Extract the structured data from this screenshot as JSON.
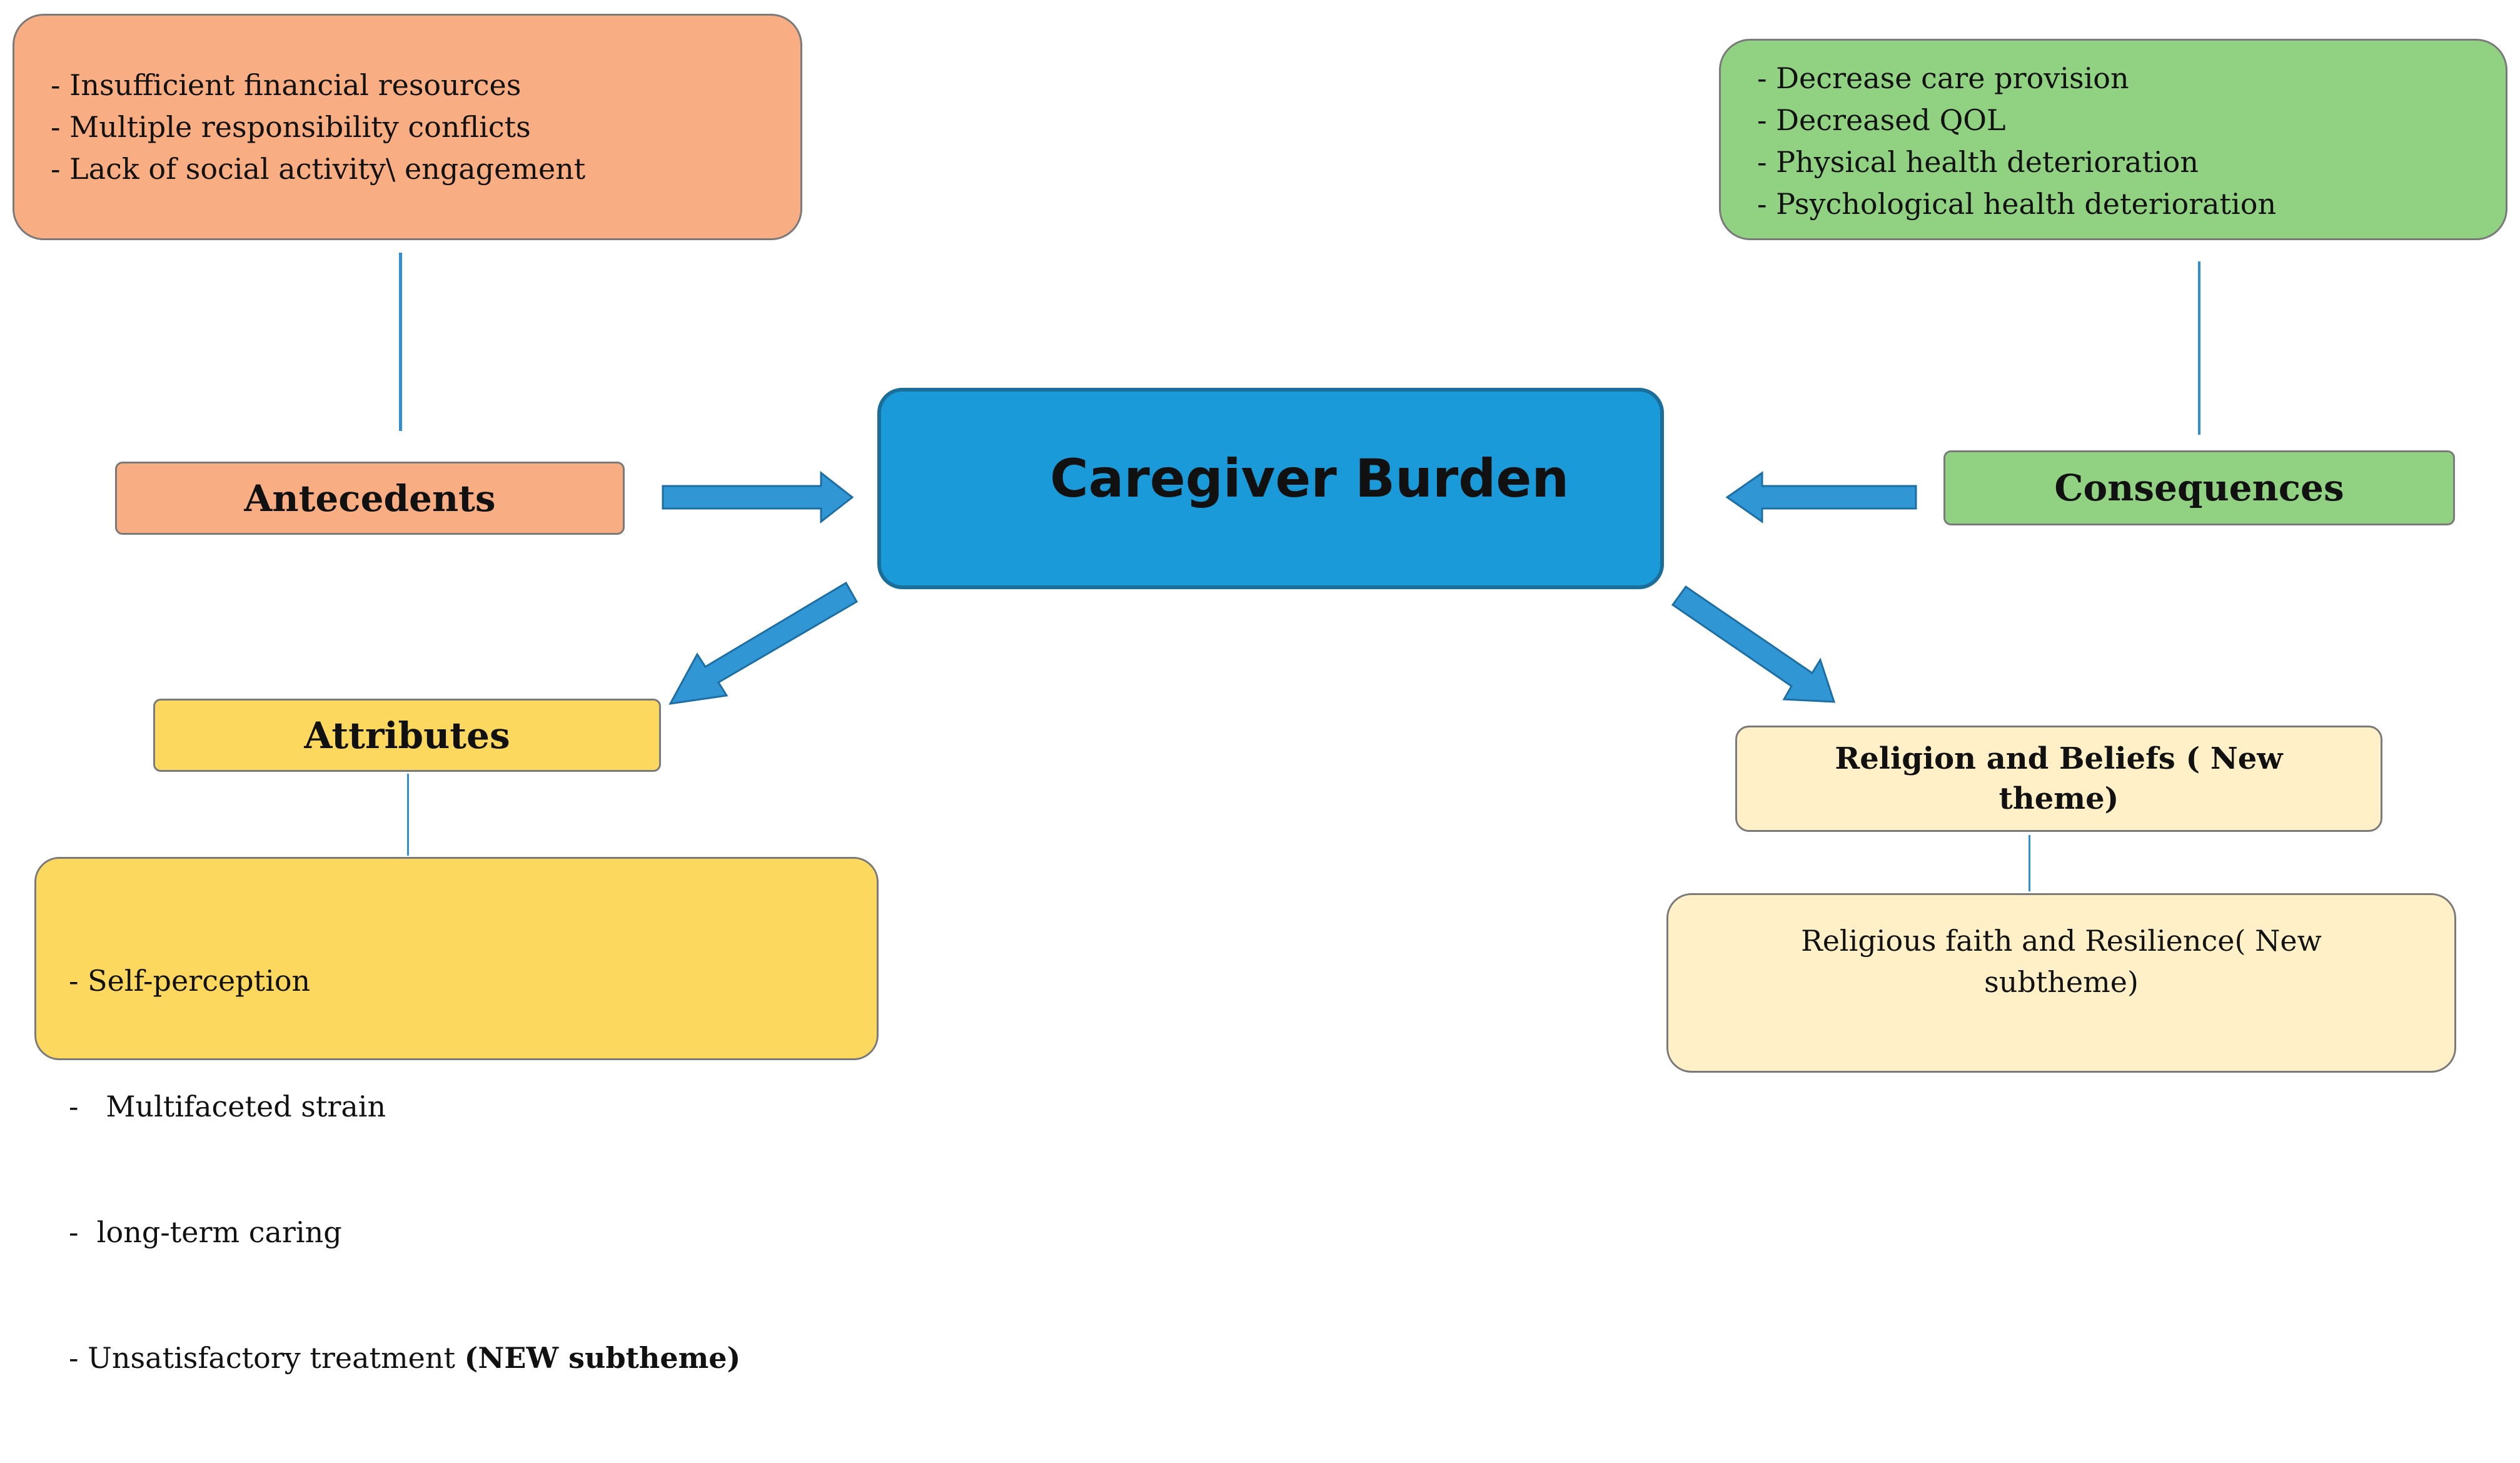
{
  "center": {
    "title": "Caregiver Burden"
  },
  "antecedents": {
    "label": "Antecedents",
    "items": [
      "- Insufficient financial resources",
      "- Multiple responsibility conflicts",
      "- Lack of social activity\\ engagement"
    ]
  },
  "consequences": {
    "label": "Consequences",
    "items": [
      "- Decrease care provision",
      "- Decreased QOL",
      "- Physical health deterioration",
      "- Psychological health deterioration"
    ]
  },
  "attributes": {
    "label": "Attributes",
    "items": [
      "- Self-perception",
      "-   Multifaceted strain",
      "-  long-term caring",
      "- Unsatisfactory treatment "
    ],
    "new_tag": "(NEW subtheme)"
  },
  "religion": {
    "label_line1": "Religion and Beliefs ( New",
    "label_line2": "theme)",
    "detail_line1": "Religious faith and Resilience( New",
    "detail_line2": "subtheme)"
  },
  "colors": {
    "arrow": "#3096d4",
    "center": "#1a9ad8",
    "antecedents": "#f9ad82",
    "consequences": "#91d182",
    "attributes": "#fdd85e",
    "religion": "#fff0c7"
  }
}
